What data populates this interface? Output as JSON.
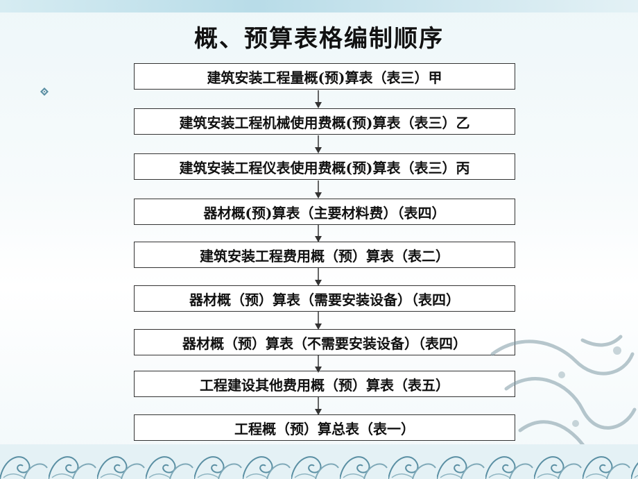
{
  "title": "概、预算表格编制顺序",
  "bullet_icon": "diamond-bullet-icon",
  "decorations": [
    "dragon-watermark",
    "wave-pattern"
  ],
  "colors": {
    "box_border": "#333333",
    "arrow": "#333333",
    "ornament": "#5a8fa3"
  },
  "steps": [
    {
      "label": "建筑安装工程量概(预)算表（表三）甲"
    },
    {
      "label": "建筑安装工程机械使用费概(预)算表（表三）乙"
    },
    {
      "label": "建筑安装工程仪表使用费概(预)算表（表三）丙"
    },
    {
      "label": "器材概(预)算表（主要材料费）（表四）"
    },
    {
      "label": "建筑安装工程费用概（预）算表（表二）"
    },
    {
      "label": "器材概（预）算表（需要安装设备）（表四）"
    },
    {
      "label": "器材概（预）算表（不需要安装设备）（表四）"
    },
    {
      "label": "工程建设其他费用概（预）算表（表五）"
    },
    {
      "label": "工程概（预）算总表（表一）"
    }
  ]
}
